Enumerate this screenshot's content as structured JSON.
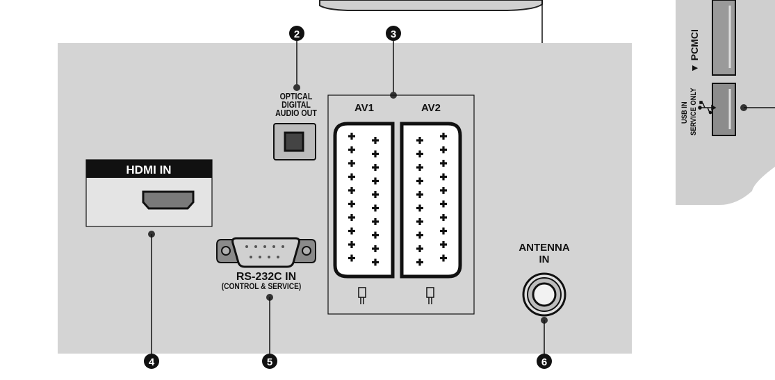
{
  "callouts": [
    "2",
    "3",
    "4",
    "5",
    "6"
  ],
  "labels": {
    "optical_line1": "OPTICAL",
    "optical_line2": "DIGITAL",
    "optical_line3": "AUDIO OUT",
    "av1": "AV1",
    "av2": "AV2",
    "hdmi": "HDMI IN",
    "rs232c": "RS-232C IN",
    "rs232c_sub": "(CONTROL & SERVICE)",
    "antenna_line1": "ANTENNA",
    "antenna_line2": "IN",
    "pcmcia": "▼ PCMCI",
    "usb_line1": "USB IN",
    "usb_line2": "SERVICE ONLY"
  },
  "colors": {
    "panel": "#d4d4d4",
    "side_panel": "#cfcfcf",
    "dark": "#111111",
    "white": "#ffffff"
  },
  "icons": {
    "usb": "usb-icon",
    "scart_symbol": "scart-symbol-icon"
  }
}
